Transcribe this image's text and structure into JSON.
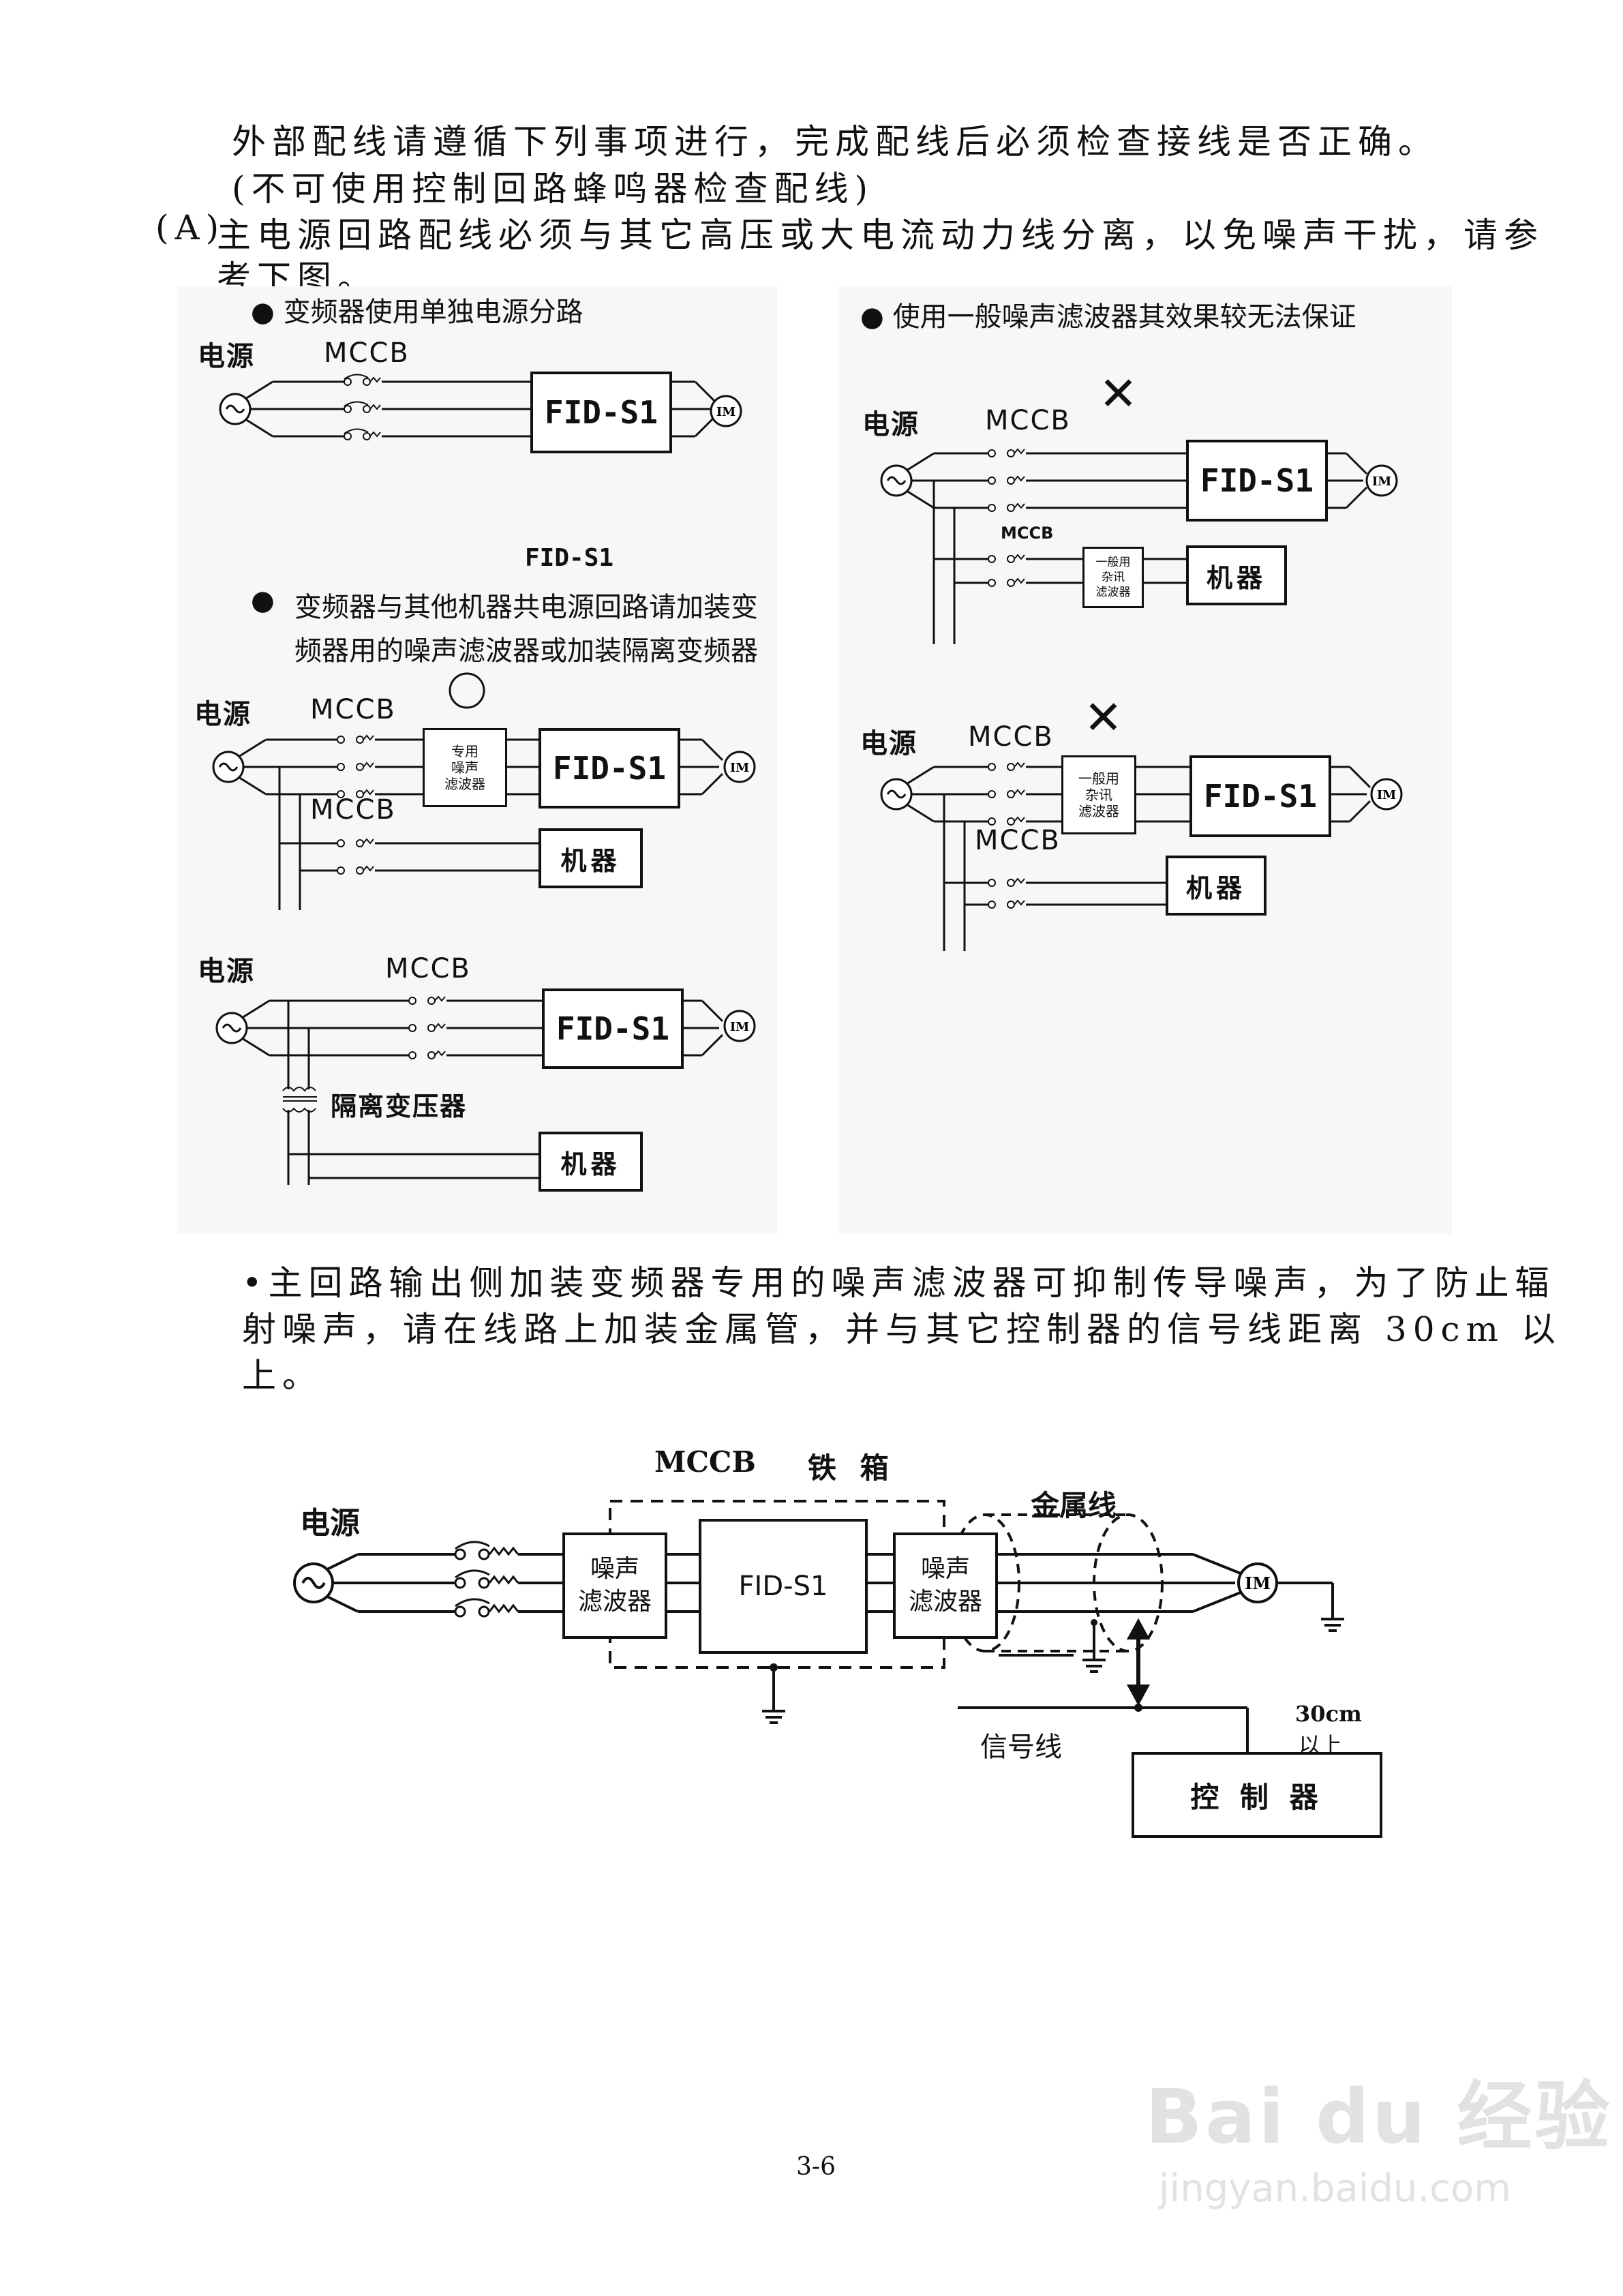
{
  "intro": {
    "line1": "外部配线请遵循下列事项进行，完成配线后必须检查接线是否正确。",
    "line2": "(不可使用控制回路蜂鸣器检查配线)"
  },
  "item_a": {
    "marker": "(A)",
    "line1": "主电源回路配线必须与其它高压或大电流动力线分离，以免噪声干扰，请参",
    "line2": "考下图。"
  },
  "fig_left": {
    "bullet1": "变频器使用单独电源分路",
    "caption": "FID-S1",
    "bullet2_line1": "变频器与其他机器共电源回路请加装变",
    "bullet2_line2": "频器用的噪声滤波器或加装隔离变频器",
    "power": "电源",
    "mccb": "MCCB",
    "inverter": "FID-S1",
    "motor": "IM",
    "machine": "机器",
    "dedicated_filter": [
      "专用",
      "噪声",
      "滤波器"
    ],
    "transformer": "隔离变压器"
  },
  "fig_right": {
    "bullet": "使用一般噪声滤波器其效果较无法保证",
    "power": "电源",
    "mccb": "MCCB",
    "inverter": "FID-S1",
    "motor": "IM",
    "machine": "机器",
    "general_filter": [
      "一般用",
      "杂讯",
      "滤波器"
    ]
  },
  "marks": {
    "ok": "○",
    "ng": "✕"
  },
  "bullet_note": {
    "line1": "•主回路输出侧加装变频器专用的噪声滤波器可抑制传导噪声，为了防止辐",
    "line2": "射噪声，请在线路上加装金属管，并与其它控制器的信号线距离 30cm 以",
    "line3": "上。"
  },
  "bottom_fig": {
    "title_mccb": "MCCB",
    "title_box": "铁 箱",
    "power": "电源",
    "filter": [
      "噪声",
      "滤波器"
    ],
    "inverter": "FID-S1",
    "metal": "金属线",
    "motor": "IM",
    "signal": "信号线",
    "distance": [
      "30cm",
      "以上"
    ],
    "controller": "控 制 器"
  },
  "page_number": "3-6",
  "watermark": {
    "logo": "Bai du 经验",
    "url": "jingyan.baidu.com"
  }
}
